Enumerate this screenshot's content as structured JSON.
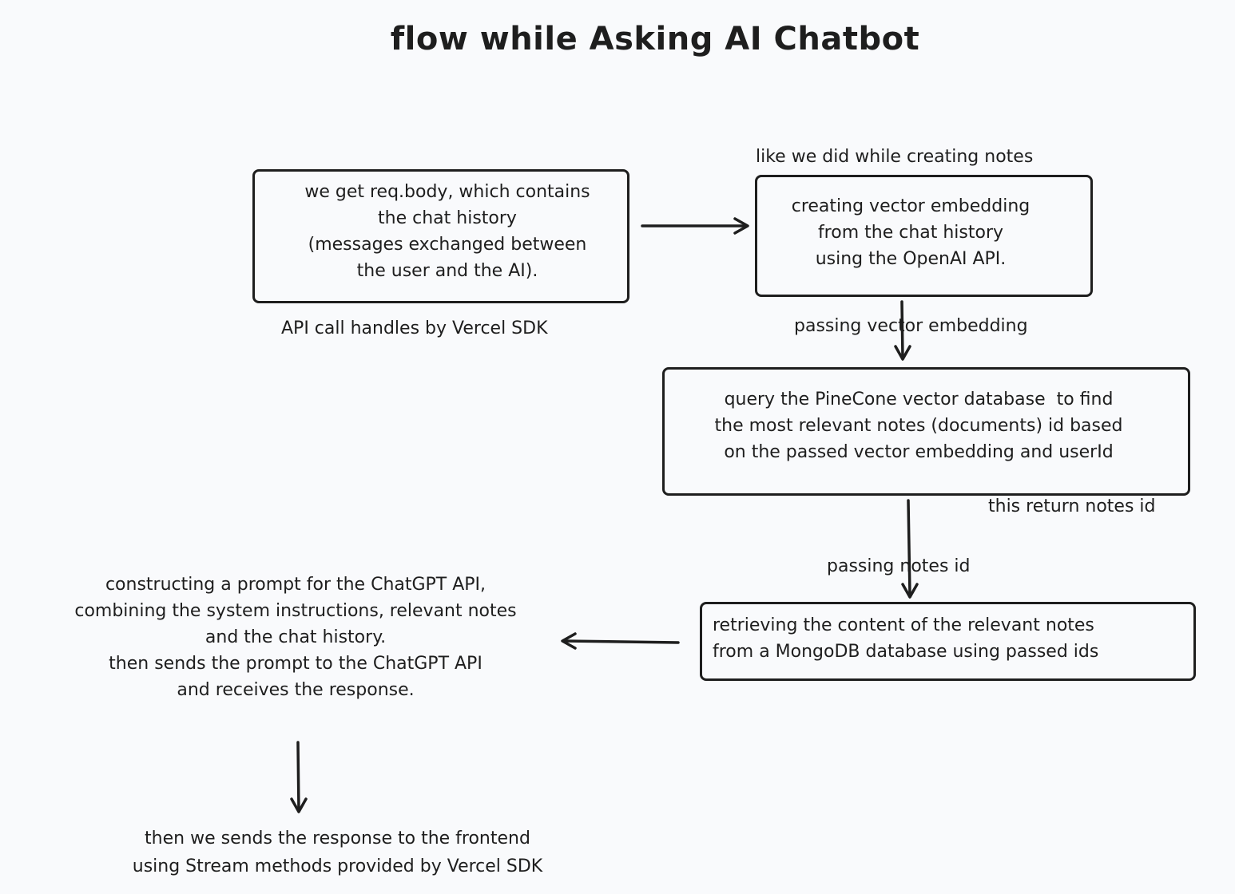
{
  "title": "flow while Asking AI Chatbot",
  "boxes": {
    "request": {
      "text": "we get req.body, which contains\nthe chat history\n(messages exchanged between\nthe user and the AI)."
    },
    "embedding": {
      "text": "creating vector embedding\nfrom the chat history\nusing the OpenAI API."
    },
    "pinecone": {
      "text": "query the PineCone vector database  to find\nthe most relevant notes (documents) id based\non the passed vector embedding and userId"
    },
    "mongodb": {
      "text": "retrieving the content of the relevant notes\nfrom a MongoDB database using passed ids"
    }
  },
  "labels": {
    "vercel_sdk": "API call handles by Vercel SDK",
    "like_notes": "like we did while creating notes",
    "passing_embedding": "passing vector embedding",
    "return_notes_id": "this return notes id",
    "passing_notes_id": "passing notes id",
    "prompt": "constructing a prompt for the ChatGPT API,\ncombining the system instructions, relevant notes\nand the chat history.\nthen sends the prompt to the ChatGPT API\nand receives the response.",
    "frontend": "then we sends the response to the frontend\nusing Stream methods provided by Vercel SDK"
  },
  "colors": {
    "background": "#f9fafc",
    "stroke": "#1e1e1e"
  }
}
